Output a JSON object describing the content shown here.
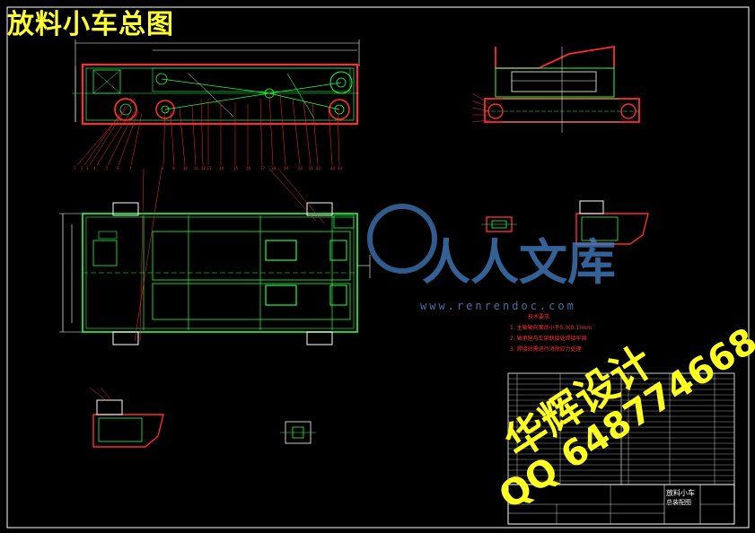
{
  "drawing": {
    "title": "放料小车总图",
    "title_block": {
      "name": "放料小车",
      "subtitle": "总装配图"
    },
    "technical_requirements": {
      "heading": "技术要求",
      "items": [
        "1. 主轴轴向窜动小于5.0(0.1)mm",
        "2. 轴承座与车架联接处焊接牢固",
        "3. 焊接后需进行消除应力处理"
      ]
    }
  },
  "watermarks": {
    "designer": "华辉设计",
    "qq": "QQ 648774668",
    "site_logo": "人人文库",
    "site_url": "www.renrendoc.com"
  },
  "colors": {
    "background": "#000000",
    "outline": "#ff2a2a",
    "geometry": "#22ff44",
    "dimension": "#ffffff",
    "annotation_yellow": "#ffff33",
    "watermark_blue": "#4682c8"
  }
}
